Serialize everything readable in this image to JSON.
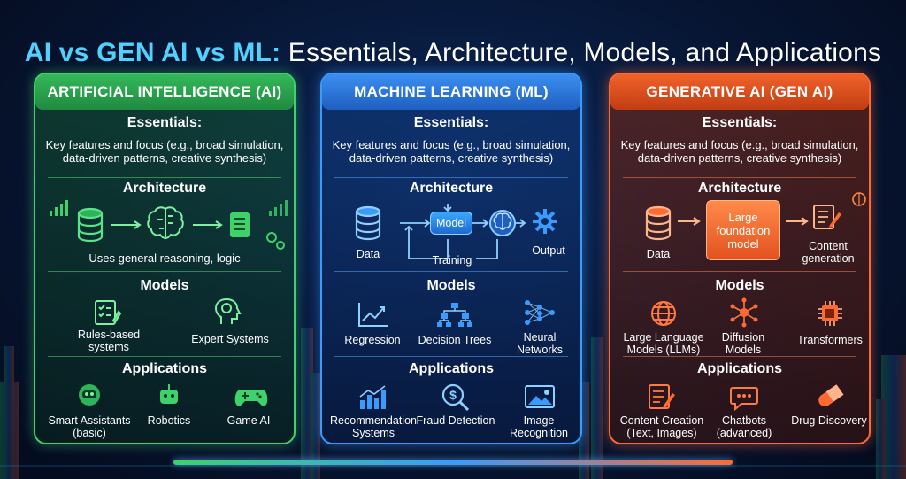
{
  "title": {
    "highlight": "AI vs GEN AI vs ML:",
    "rest": " Essentials, Architecture, Models, and Applications"
  },
  "colors": {
    "ai": "#3fd26a",
    "ml": "#3a9bff",
    "gen": "#ff6a32",
    "title_highlight": "#52d1ff"
  },
  "sections": {
    "essentials": "Essentials:",
    "architecture": "Architecture",
    "models": "Models",
    "applications": "Applications"
  },
  "ai": {
    "header": "ARTIFICIAL INTELLIGENCE (AI)",
    "essentials_text": "Key features and focus (e.g., broad simulation, data-driven patterns, creative synthesis)",
    "architecture_caption": "Uses general reasoning, logic",
    "models": [
      {
        "label": "Rules-based systems",
        "icon": "checklist-icon"
      },
      {
        "label": "Expert Systems",
        "icon": "head-brain-icon"
      }
    ],
    "applications": [
      {
        "label": "Smart Assistants (basic)",
        "icon": "assistant-icon"
      },
      {
        "label": "Robotics",
        "icon": "robot-icon"
      },
      {
        "label": "Game AI",
        "icon": "gamepad-icon"
      }
    ]
  },
  "ml": {
    "header": "MACHINE LEARNING (ML)",
    "essentials_text": "Key features and focus (e.g., broad simulation, data-driven patterns, creative synthesis)",
    "arch": {
      "data": "Data",
      "model": "Model",
      "training": "Training",
      "output": "Output"
    },
    "models": [
      {
        "label": "Regression",
        "icon": "trend-chart-icon"
      },
      {
        "label": "Decision Trees",
        "icon": "tree-icon"
      },
      {
        "label": "Neural Networks",
        "icon": "network-icon"
      }
    ],
    "applications": [
      {
        "label": "Recommendation Systems",
        "icon": "bar-chart-icon"
      },
      {
        "label": "Fraud Detection",
        "icon": "dollar-search-icon"
      },
      {
        "label": "Image Recognition",
        "icon": "image-icon"
      }
    ]
  },
  "gen": {
    "header": "GENERATIVE AI (GEN AI)",
    "essentials_text": "Key features and focus (e.g., broad simulation, data-driven patterns, creative synthesis)",
    "arch": {
      "data": "Data",
      "model": "Large foundation model",
      "output": "Content generation"
    },
    "models": [
      {
        "label": "Large Language Models (LLMs)",
        "icon": "globe-icon"
      },
      {
        "label": "Diffusion Models",
        "icon": "diffusion-icon"
      },
      {
        "label": "Transformers",
        "icon": "chip-icon"
      }
    ],
    "applications": [
      {
        "label": "Content Creation (Text, Images)",
        "icon": "edit-doc-icon"
      },
      {
        "label": "Chatbots (advanced)",
        "icon": "chat-icon"
      },
      {
        "label": "Drug Discovery",
        "icon": "pill-icon"
      }
    ]
  }
}
